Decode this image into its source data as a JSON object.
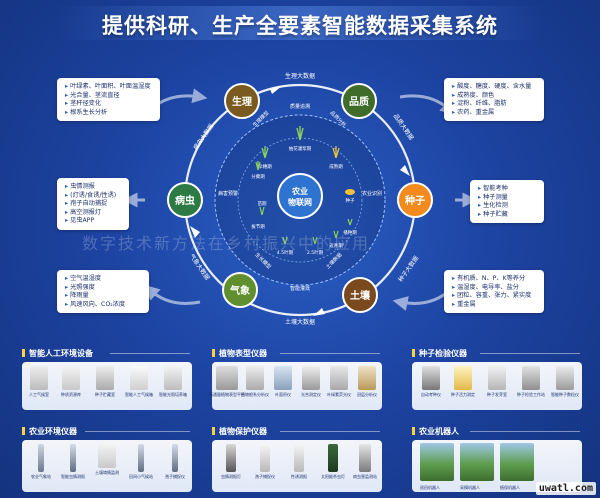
{
  "title": "提供科研、生产全要素智能数据采集系统",
  "watermark": "数字技术新方法在乡村振兴中的应用",
  "corner_mark": "uwatl.com",
  "hub": {
    "line1": "农业",
    "line2": "物联网"
  },
  "nodes": {
    "physio": "生理",
    "quality": "品质",
    "seed": "种子",
    "soil": "土壤",
    "weather": "气象",
    "pest": "病虫"
  },
  "arc_labels": {
    "top": "生理大数据",
    "right_top": "品质大数据",
    "right_bottom": "种子大数据",
    "bottom": "土壤大数据",
    "left_bottom": "气象大数据",
    "left_top": "病虫大数据"
  },
  "inner_labels": {
    "quality_trace": "质量追溯",
    "physio_model": "生理模型",
    "quality_analysis": "品质分析",
    "pest_warning": "病害预警",
    "seed_rec": "农业识别",
    "soil_bigdata": "土壤数据",
    "smart_irrigation": "智能灌溉",
    "growth_model": "生长模型"
  },
  "stages": {
    "bloom": "抽花灌浆期",
    "pregnant": "孕穗期",
    "mature": "成熟期",
    "tiller": "分蘖期",
    "seedling": "苗期",
    "seed": "种子",
    "leaf4": "4.5叶期",
    "leaf25": "2.5叶期",
    "greening": "返青期",
    "sowing": "播种期",
    "jointing": "拔节期"
  },
  "info_physio": [
    "叶绿素、叶面积、叶面温湿度",
    "光合量、茎流直径",
    "茎秆径变化",
    "根系生长分析"
  ],
  "info_quality": [
    "酸度、糖度、硬度、含水量",
    "成熟度、颜色",
    "淀粉、纤维、脂肪",
    "农药、重金属"
  ],
  "info_pest": [
    "虫情测报",
    "(灯诱/食诱/性诱)",
    "孢子自动捕捉",
    "高空测报灯",
    "见虫APP"
  ],
  "info_seed": [
    "智能考种",
    "种子测量",
    "生化检测",
    "种子贮藏"
  ],
  "info_weather": [
    "空气温湿度",
    "光照强度",
    "降雨量",
    "风速风向、CO₂浓度"
  ],
  "info_soil": [
    "有机质、N、P、K等养分",
    "温湿度、电导率、盐分",
    "团粒、容重、张力、紧实度",
    "重金属"
  ],
  "panels": {
    "env": {
      "title": "智能人工环境设备",
      "devices": [
        "人工气候室",
        "种质资源库",
        "种子贮藏室",
        "智能人工气候箱",
        "智能光照培养箱"
      ]
    },
    "pheno": {
      "title": "植物表型仪器",
      "devices": [
        "高通量植物表型平台",
        "植物根系分析仪",
        "叶面积仪",
        "光合测定仪",
        "叶绿素荧光仪",
        "冠层分析仪"
      ]
    },
    "seed": {
      "title": "种子检验仪器",
      "devices": [
        "自动考种仪",
        "种子活力测定",
        "种子发芽室",
        "种子检验工作站",
        "智能种子数粒仪"
      ]
    },
    "field": {
      "title": "农业环境仪器",
      "devices": [
        "农业气象站",
        "智能虫情测报",
        "土壤墒情监测",
        "田间小气候站",
        "孢子捕捉仪"
      ]
    },
    "protect": {
      "title": "植物保护仪器",
      "devices": [
        "虫情测报灯",
        "孢子捕捉仪",
        "性诱测报",
        "太阳能杀虫灯",
        "病虫害监测站"
      ]
    },
    "robot": {
      "title": "农业机器人",
      "devices": [
        "巡田机器人",
        "采摘机器人",
        "植保机器人"
      ]
    }
  },
  "colors": {
    "physio": "#7a5a1e",
    "quality": "#3f6b2b",
    "seed": "#f28a1d",
    "soil": "#7a4a1e",
    "weather": "#5f8f2e",
    "pest": "#2e7a45",
    "hub": "#2f73d0"
  }
}
